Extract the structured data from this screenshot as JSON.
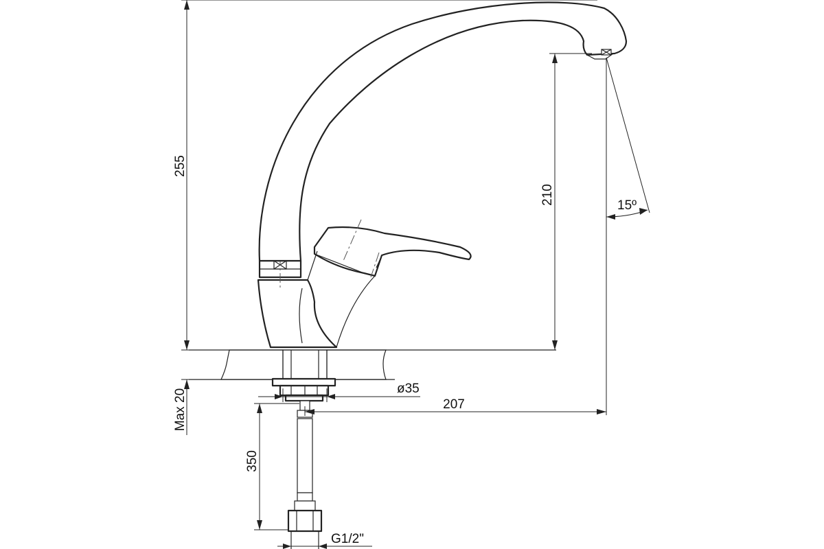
{
  "dimensions": {
    "total_height": "255",
    "spout_height": "210",
    "spout_angle": "15º",
    "base_diameter": "ø35",
    "spout_reach": "207",
    "max_countertop": "Max 20",
    "hose_length": "350",
    "thread": "G1/2\""
  }
}
